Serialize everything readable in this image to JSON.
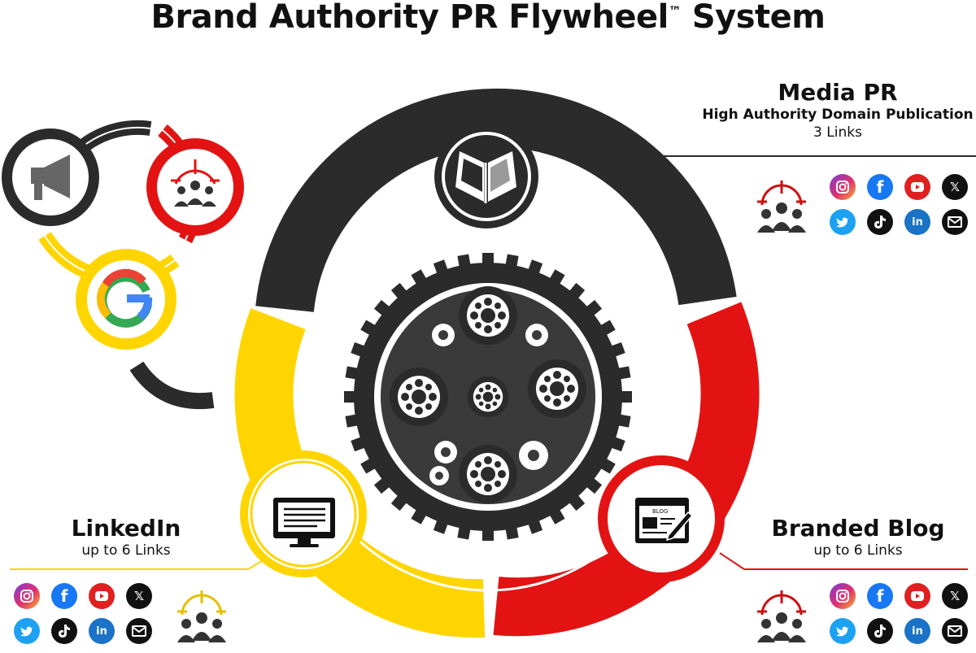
{
  "title": {
    "main": "Brand Authority PR Flywheel",
    "mark": "™",
    "tail": " System"
  },
  "media_pr": {
    "heading": "Media PR",
    "subheading": "High Authority Domain Publication",
    "links": "3 Links"
  },
  "linkedin": {
    "heading": "LinkedIn",
    "links": "up to 6 Links"
  },
  "branded_blog": {
    "heading": "Branded Blog",
    "links": "up to 6 Links"
  },
  "blog_icon_text": "BLOG",
  "social_icons": [
    "instagram-icon",
    "facebook-icon",
    "youtube-icon",
    "x-icon",
    "twitter-icon",
    "tiktok-icon",
    "linkedin-icon",
    "mail-icon"
  ],
  "social_glyphs": {
    "facebook": "f",
    "x": "𝕏",
    "linkedin": "in"
  },
  "colors": {
    "dark": "#2b2b2b",
    "red": "#e31313",
    "yellow": "#ffd500",
    "accent_red": "#cc1111",
    "accent_yellow": "#e5c000"
  }
}
